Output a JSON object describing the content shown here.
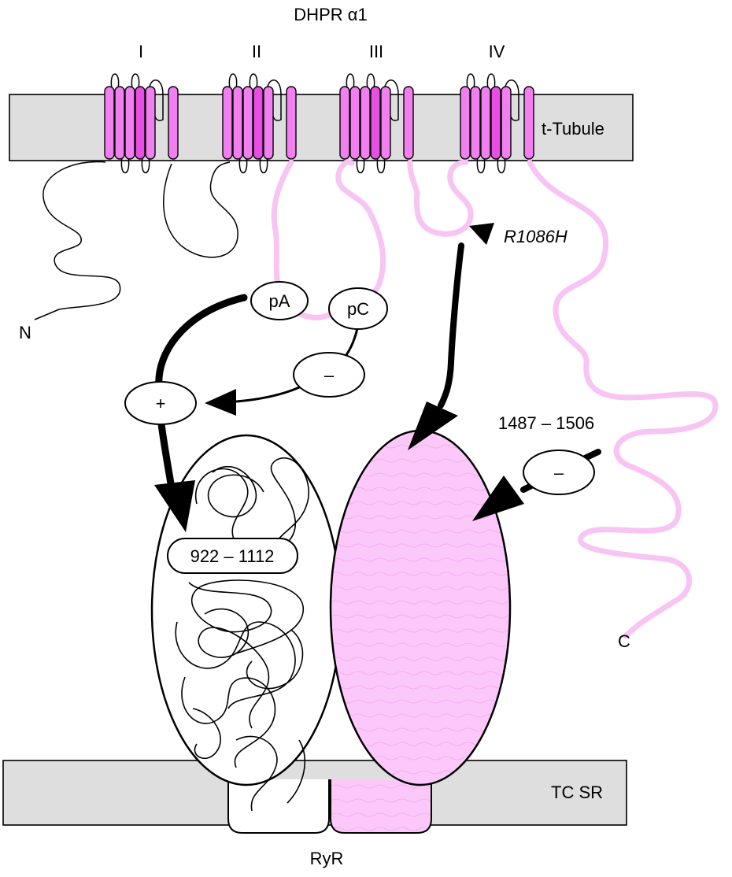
{
  "title": "DHPR α1",
  "domains": [
    "I",
    "II",
    "III",
    "IV"
  ],
  "membranes": {
    "t_tubule": "t-Tubule",
    "tc_sr": "TC SR"
  },
  "termini": {
    "n": "N",
    "c": "C"
  },
  "mutation": "R1086H",
  "regions": {
    "ryr_region": "922 – 1112",
    "c_region": "1487 – 1506"
  },
  "loop_labels": {
    "pa": "pA",
    "pc": "pC"
  },
  "signs": {
    "plus": "+",
    "minus_center": "–",
    "minus_right": "–"
  },
  "receptor": "RyR",
  "colors": {
    "helix_pink": "#f27ff0",
    "helix_magenta": "#e84ee3",
    "loop_pink": "#f7c4f3",
    "ryr_pink": "#fcc8fa",
    "membrane_gray": "#dedede"
  }
}
